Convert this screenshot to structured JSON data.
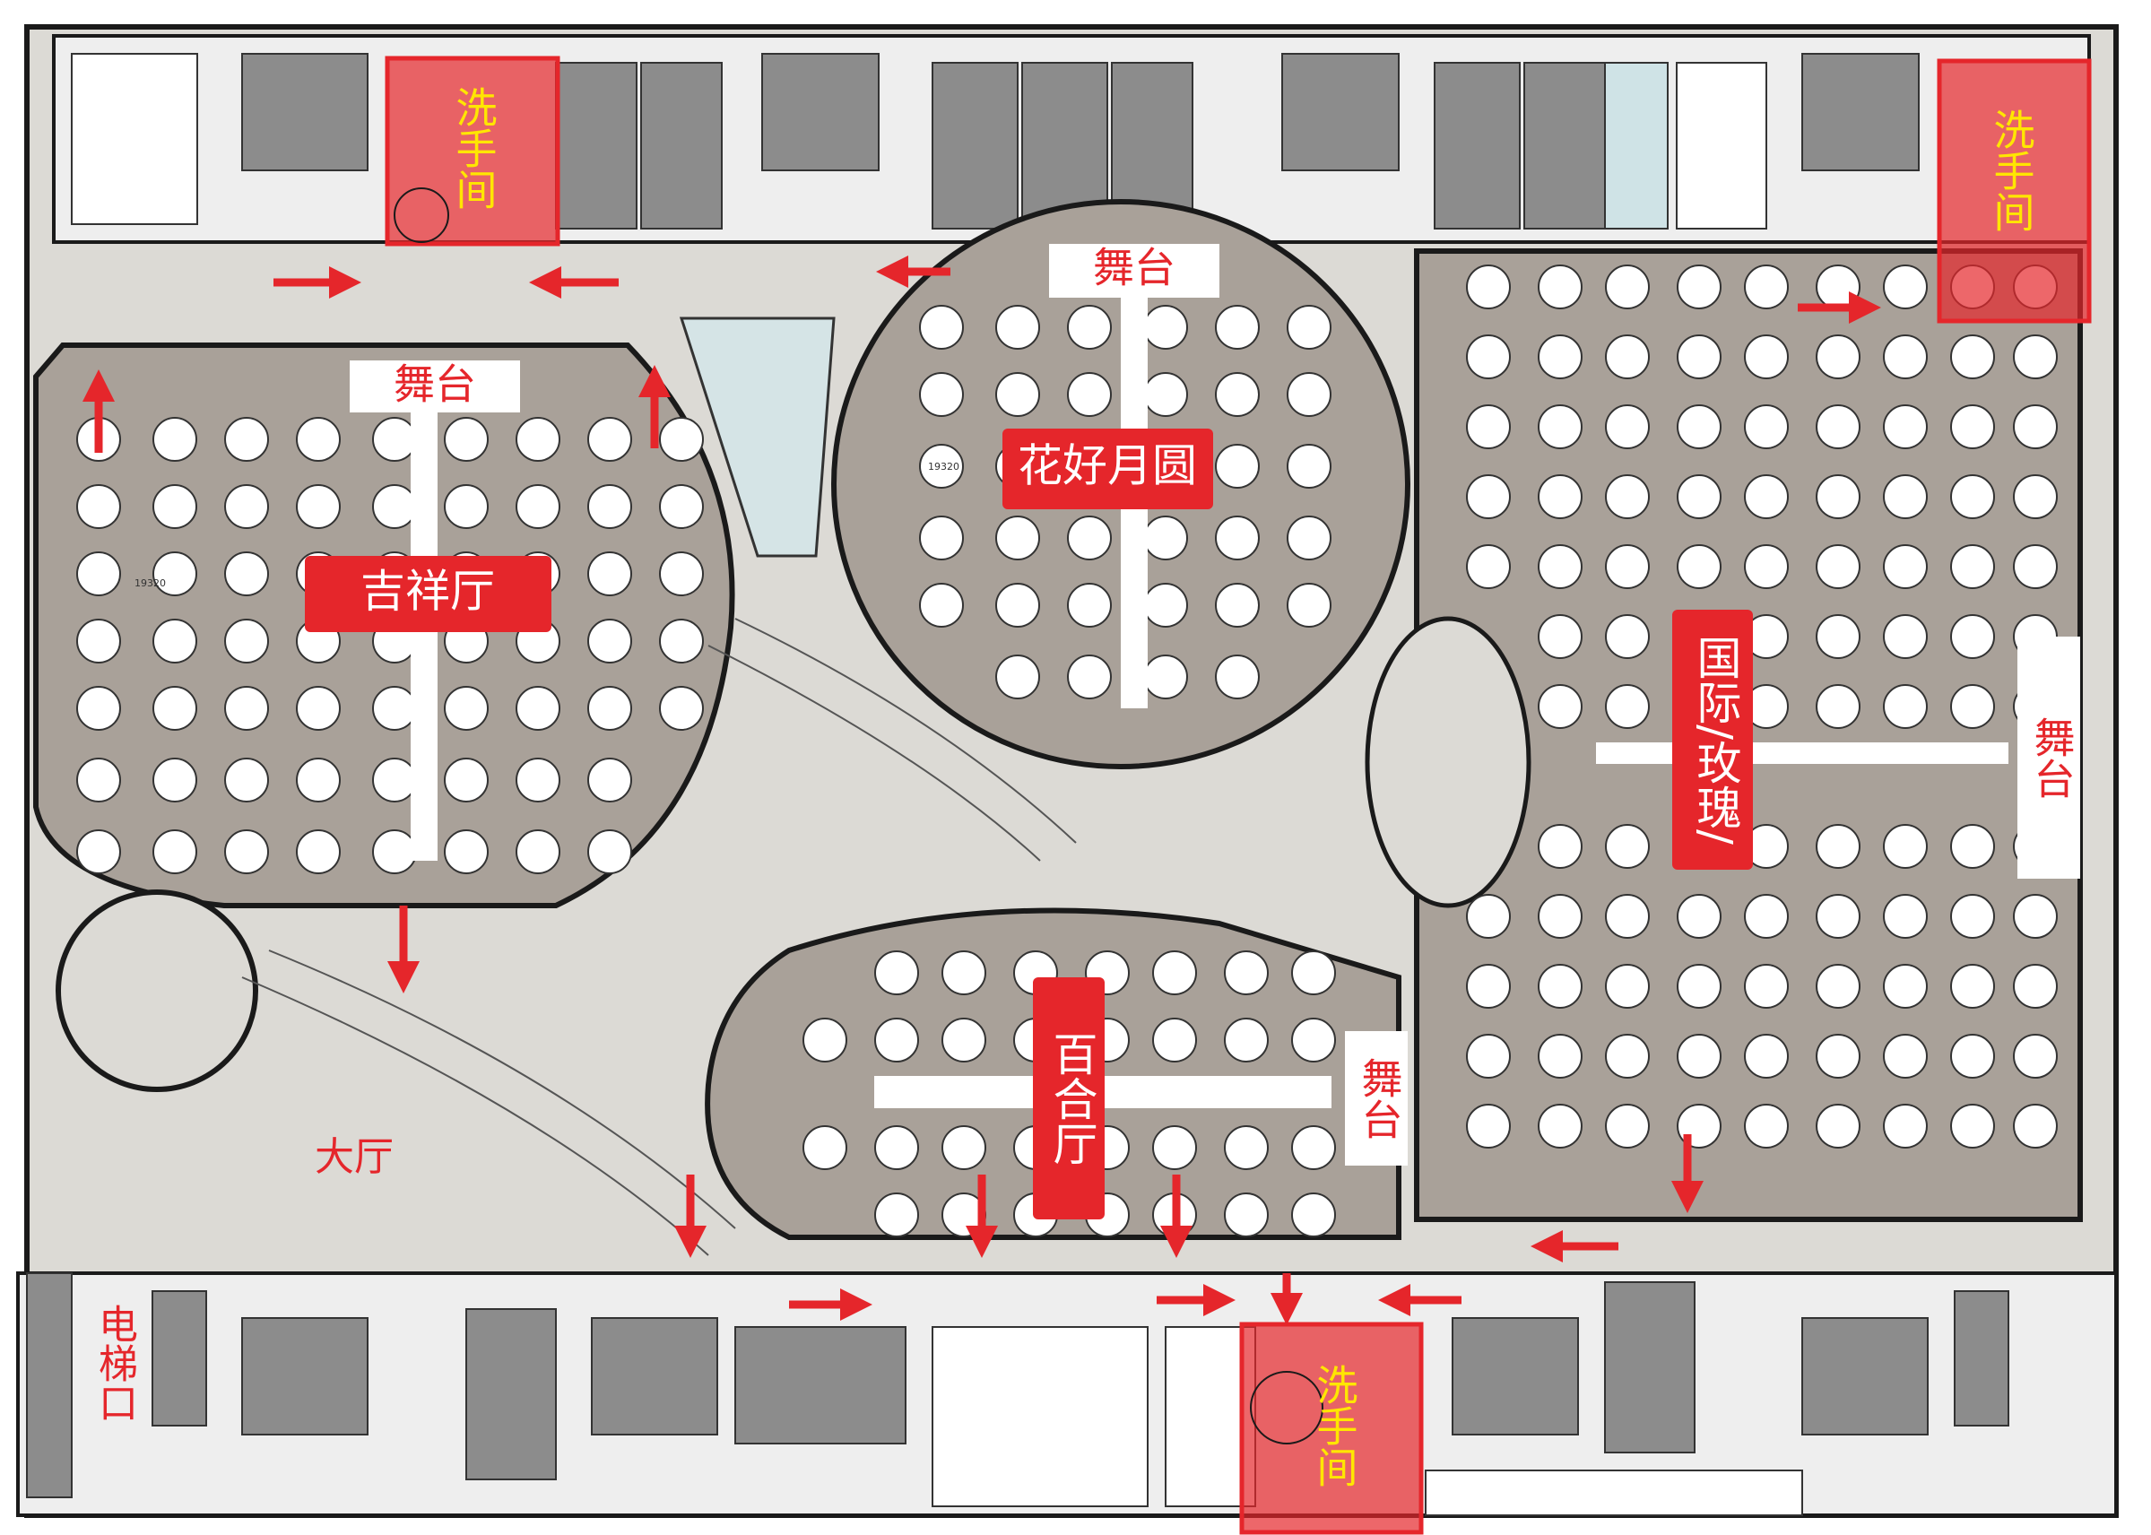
{
  "labels": {
    "hall_jixiang": "吉祥厅",
    "hall_huahao": "花好月圆",
    "hall_guoji": "国际/玫瑰/",
    "hall_baihe": "百合厅",
    "lobby": "大厅",
    "elevator": "电梯口",
    "stage": "舞台",
    "restroom": "洗手间"
  },
  "colors": {
    "floor": "#a9a199",
    "corridor": "#dcdad5",
    "wall": "#1a1a1a",
    "room": "#8c8c8c",
    "accent_red": "#e5262b",
    "restroom_fill": "#e5262b",
    "restroom_text": "#ffe600"
  }
}
